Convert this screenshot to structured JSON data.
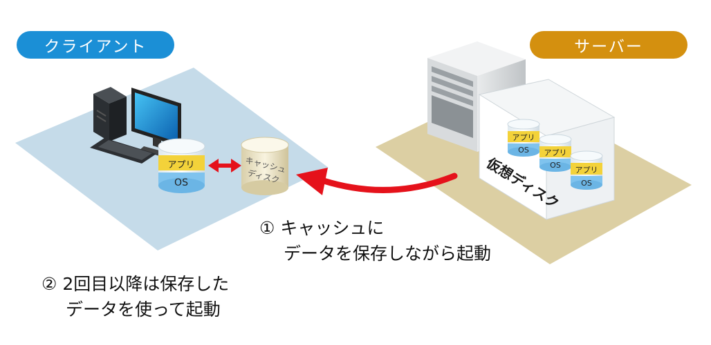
{
  "labels": {
    "client": "クライアント",
    "server": "サーバー"
  },
  "colors": {
    "client_blue": "#1b8fd6",
    "server_gold": "#d4900f",
    "arrow_red": "#e5121b",
    "client_floor": "#c5dbe9",
    "server_floor": "#dccfa3",
    "app_band": "#f3d23a",
    "os_band": "#7fc3ee",
    "cache_cyl": "#eee5c8"
  },
  "client_disk": {
    "app": "アプリ",
    "os": "OS"
  },
  "cache_disk": {
    "line1": "キャッシュ",
    "line2": "ディスク"
  },
  "server_disks": [
    {
      "app": "アプリ",
      "os": "OS"
    },
    {
      "app": "アプリ",
      "os": "OS"
    },
    {
      "app": "アプリ",
      "os": "OS"
    }
  ],
  "virtual_disk_label": "仮想ディスク",
  "step1": {
    "line1": "① キャッシュに",
    "line2": "データを保存しながら起動"
  },
  "step2": {
    "line1": "② 2回目以降は保存した",
    "line2": "データを使って起動"
  }
}
